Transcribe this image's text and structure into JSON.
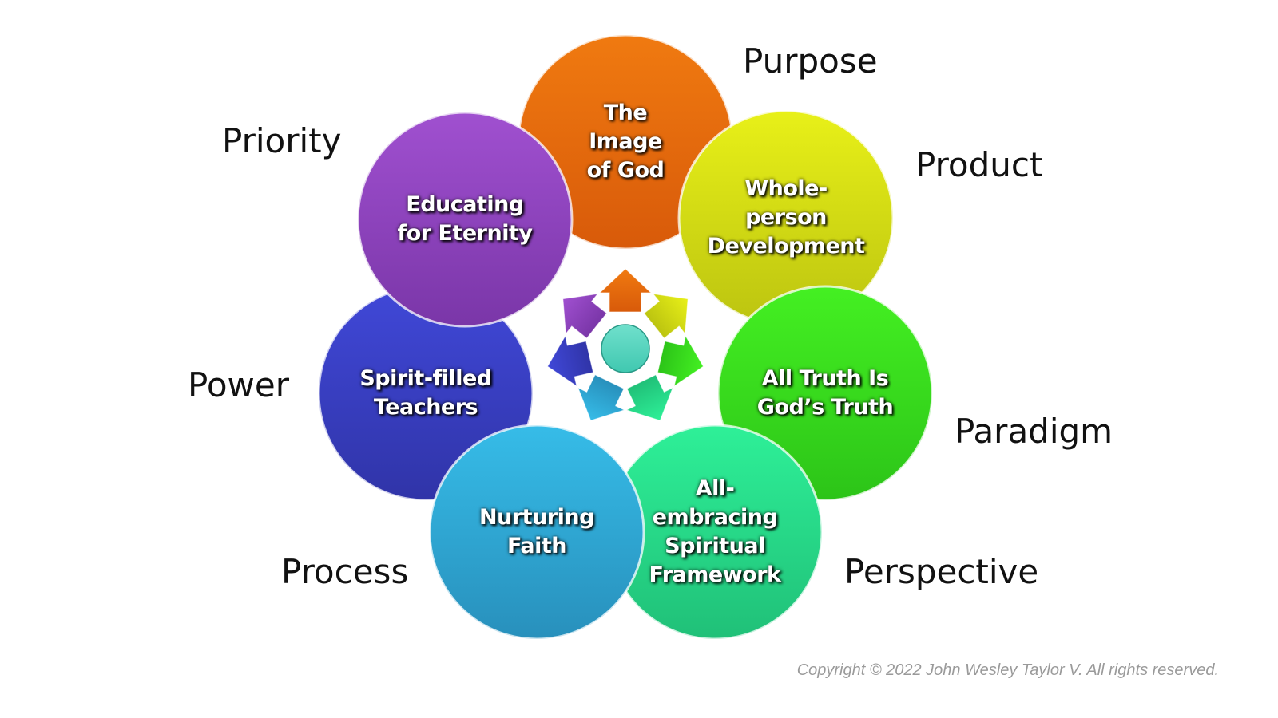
{
  "circles": [
    {
      "id": "orange",
      "lines": [
        "The",
        "Image",
        "of God"
      ],
      "label": "Purpose",
      "color": "#f07a10",
      "color_dark": "#d85a0a"
    },
    {
      "id": "yellow",
      "lines": [
        "Whole-",
        "person",
        "Development"
      ],
      "label": "Product",
      "color": "#e8f018",
      "color_dark": "#bcc410"
    },
    {
      "id": "green",
      "lines": [
        "All Truth Is",
        "God’s Truth"
      ],
      "label": "Paradigm",
      "color": "#44f022",
      "color_dark": "#2cc418"
    },
    {
      "id": "teal",
      "lines": [
        "All-",
        "embracing",
        "Spiritual",
        "Framework"
      ],
      "label": "Perspective",
      "color": "#2ef098",
      "color_dark": "#20c078"
    },
    {
      "id": "blue",
      "lines": [
        "Spirit-filled",
        "Teachers"
      ],
      "label": "Power",
      "color": "#4048d8",
      "color_dark": "#3034a8"
    },
    {
      "id": "cyan",
      "lines": [
        "Nurturing",
        "Faith"
      ],
      "label": "Process",
      "color": "#36bce8",
      "color_dark": "#2890bc"
    },
    {
      "id": "purple",
      "lines": [
        "Educating",
        "for Eternity"
      ],
      "label": "Priority",
      "color": "#a050d0",
      "color_dark": "#7a36a8"
    }
  ],
  "center_color": "#40c8b0",
  "copyright": "Copyright © 2022 John Wesley Taylor V. All rights reserved."
}
